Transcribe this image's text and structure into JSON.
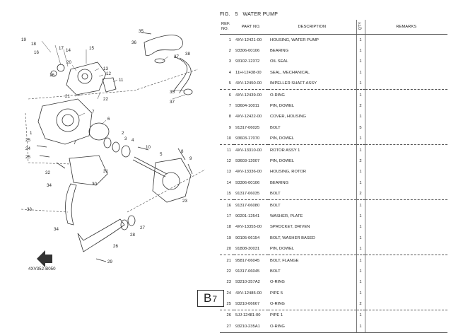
{
  "figure": {
    "fig_label": "FIG.",
    "fig_number": "5",
    "title": "WATER PUMP"
  },
  "table": {
    "headers": {
      "ref": "REF.",
      "no": "NO.",
      "part_no": "PART NO.",
      "description": "DESCRIPTION",
      "qty": "Q'TY",
      "remarks": "REMARKS"
    },
    "rows": [
      {
        "ref": "1",
        "part": "4XV-12421-00",
        "desc": "HOUSING, WATER PUMP",
        "qty": "1"
      },
      {
        "ref": "2",
        "part": "93306-00106",
        "desc": "BEARING",
        "qty": "1"
      },
      {
        "ref": "3",
        "part": "93102-12372",
        "desc": "OIL SEAL",
        "qty": "1"
      },
      {
        "ref": "4",
        "part": "11H-12438-00",
        "desc": "SEAL, MECHANICAL",
        "qty": "1"
      },
      {
        "ref": "5",
        "part": "4XV-12450-00",
        "desc": "IMPELLER SHAFT ASSY",
        "qty": "1"
      },
      {
        "ref": "6",
        "part": "4XV-12439-00",
        "desc": "O-RING",
        "qty": "1"
      },
      {
        "ref": "7",
        "part": "93604-10011",
        "desc": "PIN, DOWEL",
        "qty": "2"
      },
      {
        "ref": "8",
        "part": "4XV-12422-00",
        "desc": "COVER, HOUSING",
        "qty": "1"
      },
      {
        "ref": "9",
        "part": "91317-06025",
        "desc": "BOLT",
        "qty": "5"
      },
      {
        "ref": "10",
        "part": "93603-17070",
        "desc": "PIN, DOWEL",
        "qty": "1"
      },
      {
        "ref": "11",
        "part": "4XV-13310-00",
        "desc": "ROTOR ASSY 1",
        "qty": "1"
      },
      {
        "ref": "12",
        "part": "93603-12007",
        "desc": "PIN, DOWEL",
        "qty": "2"
      },
      {
        "ref": "13",
        "part": "4XV-13336-00",
        "desc": "HOUSING, ROTOR",
        "qty": "1"
      },
      {
        "ref": "14",
        "part": "93306-00106",
        "desc": "BEARING",
        "qty": "1"
      },
      {
        "ref": "15",
        "part": "91317-06035",
        "desc": "BOLT",
        "qty": "2"
      },
      {
        "ref": "16",
        "part": "91317-06080",
        "desc": "BOLT",
        "qty": "1"
      },
      {
        "ref": "17",
        "part": "90201-12541",
        "desc": "WASHER, PLATE",
        "qty": "1"
      },
      {
        "ref": "18",
        "part": "4XV-13355-00",
        "desc": "SPROCKET, DRIVEN",
        "qty": "1"
      },
      {
        "ref": "19",
        "part": "90105-06154",
        "desc": "BOLT, WASHER BASED",
        "qty": "1"
      },
      {
        "ref": "20",
        "part": "91808-30031",
        "desc": "PIN, DOWEL",
        "qty": "1"
      },
      {
        "ref": "21",
        "part": "95817-06045",
        "desc": "BOLT, FLANGE",
        "qty": "1"
      },
      {
        "ref": "22",
        "part": "91317-06045",
        "desc": "BOLT",
        "qty": "1"
      },
      {
        "ref": "23",
        "part": "93210-357A2",
        "desc": "O-RING",
        "qty": "1"
      },
      {
        "ref": "24",
        "part": "4XV-12485-00",
        "desc": "PIPE 5",
        "qty": "1"
      },
      {
        "ref": "25",
        "part": "93210-06667",
        "desc": "O-RING",
        "qty": "2"
      },
      {
        "ref": "26",
        "part": "5JJ-12481-00",
        "desc": "PIPE 1",
        "qty": "1"
      },
      {
        "ref": "27",
        "part": "93210-235A1",
        "desc": "O-RING",
        "qty": "1"
      }
    ]
  },
  "diagram": {
    "code": "4XV352-B050",
    "callouts": [
      "1",
      "2",
      "3",
      "4",
      "5",
      "6",
      "7",
      "8",
      "9",
      "10",
      "11",
      "12",
      "13",
      "14",
      "15",
      "16",
      "17",
      "18",
      "19",
      "20",
      "21",
      "22",
      "23",
      "24",
      "25",
      "26",
      "27",
      "28",
      "29",
      "30",
      "31",
      "32",
      "33",
      "34",
      "35",
      "36",
      "37",
      "38"
    ]
  },
  "page": {
    "section": "B",
    "number": "7"
  }
}
